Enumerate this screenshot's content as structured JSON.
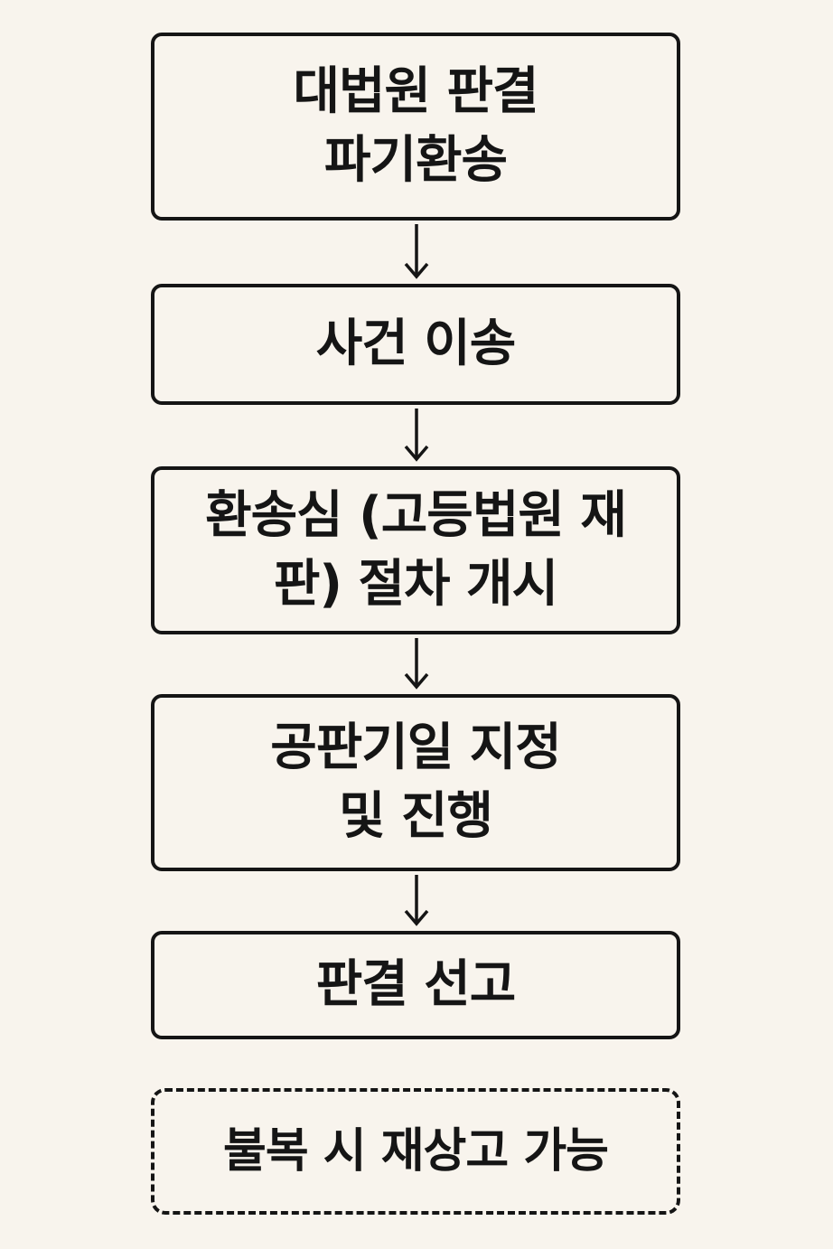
{
  "steps": [
    {
      "label": "대법원 판결\n파기환송"
    },
    {
      "label": "사건 이송"
    },
    {
      "label": "환송심 (고등법원 재\n판) 절차 개시"
    },
    {
      "label": "공판기일 지정\n및 진행"
    },
    {
      "label": "판결 선고"
    }
  ],
  "note": {
    "label": "불복 시 재상고 가능"
  }
}
